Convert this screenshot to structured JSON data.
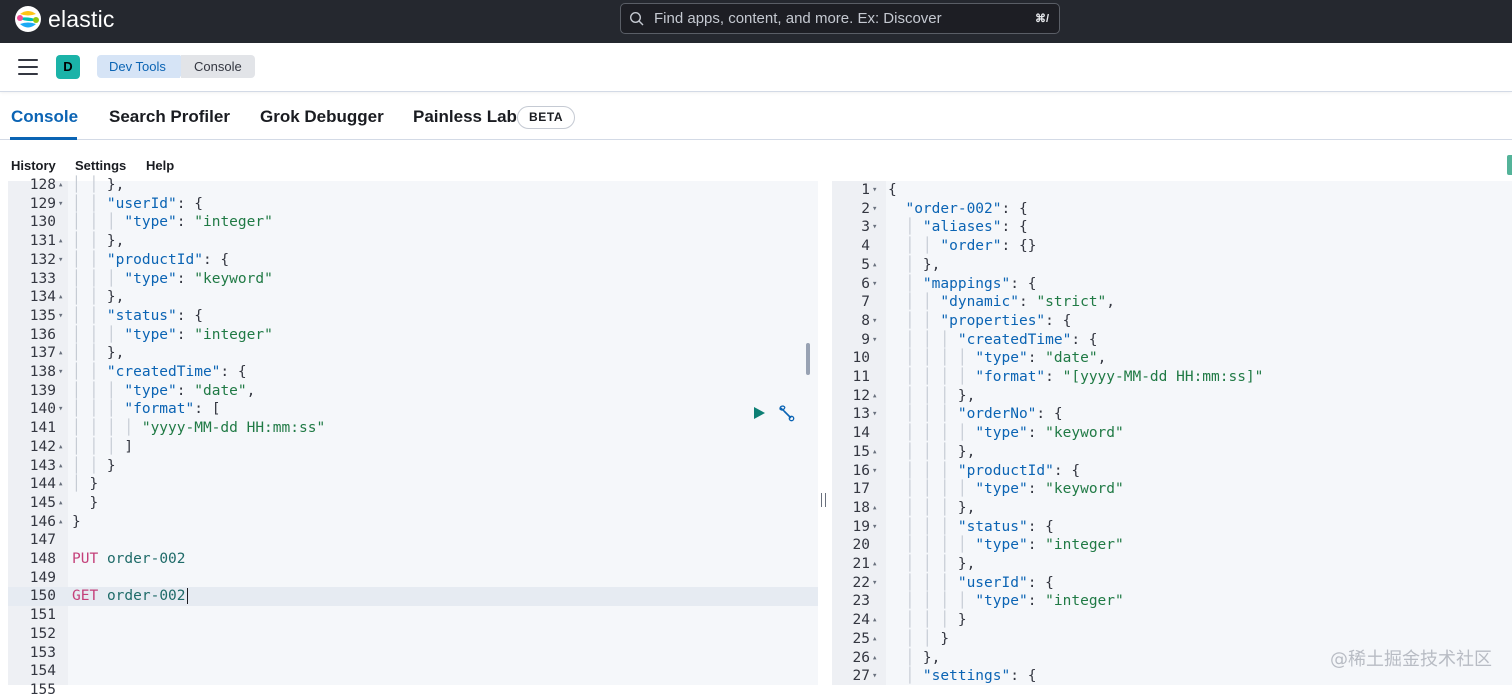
{
  "header": {
    "brand": "elastic",
    "search_placeholder": "Find apps, content, and more. Ex: Discover",
    "search_shortcut": "⌘/"
  },
  "breadcrumbs": {
    "space_initial": "D",
    "items": [
      "Dev Tools",
      "Console"
    ]
  },
  "tabs": {
    "items": [
      "Console",
      "Search Profiler",
      "Grok Debugger",
      "Painless Lab"
    ],
    "active": "Console",
    "beta_label": "BETA"
  },
  "subnav": {
    "items": [
      "History",
      "Settings",
      "Help"
    ]
  },
  "request_editor": {
    "lines": [
      {
        "n": "128",
        "f": "▴",
        "t": [
          [
            "g",
            "│ │ "
          ],
          [
            "p",
            "},"
          ]
        ]
      },
      {
        "n": "129",
        "f": "▾",
        "t": [
          [
            "g",
            "│ │ "
          ],
          [
            "k",
            "\"userId\""
          ],
          [
            "p",
            ": {"
          ]
        ]
      },
      {
        "n": "130",
        "f": "",
        "t": [
          [
            "g",
            "│ │ │ "
          ],
          [
            "k",
            "\"type\""
          ],
          [
            "p",
            ": "
          ],
          [
            "s",
            "\"integer\""
          ]
        ]
      },
      {
        "n": "131",
        "f": "▴",
        "t": [
          [
            "g",
            "│ │ "
          ],
          [
            "p",
            "},"
          ]
        ]
      },
      {
        "n": "132",
        "f": "▾",
        "t": [
          [
            "g",
            "│ │ "
          ],
          [
            "k",
            "\"productId\""
          ],
          [
            "p",
            ": {"
          ]
        ]
      },
      {
        "n": "133",
        "f": "",
        "t": [
          [
            "g",
            "│ │ │ "
          ],
          [
            "k",
            "\"type\""
          ],
          [
            "p",
            ": "
          ],
          [
            "s",
            "\"keyword\""
          ]
        ]
      },
      {
        "n": "134",
        "f": "▴",
        "t": [
          [
            "g",
            "│ │ "
          ],
          [
            "p",
            "},"
          ]
        ]
      },
      {
        "n": "135",
        "f": "▾",
        "t": [
          [
            "g",
            "│ │ "
          ],
          [
            "k",
            "\"status\""
          ],
          [
            "p",
            ": {"
          ]
        ]
      },
      {
        "n": "136",
        "f": "",
        "t": [
          [
            "g",
            "│ │ │ "
          ],
          [
            "k",
            "\"type\""
          ],
          [
            "p",
            ": "
          ],
          [
            "s",
            "\"integer\""
          ]
        ]
      },
      {
        "n": "137",
        "f": "▴",
        "t": [
          [
            "g",
            "│ │ "
          ],
          [
            "p",
            "},"
          ]
        ]
      },
      {
        "n": "138",
        "f": "▾",
        "t": [
          [
            "g",
            "│ │ "
          ],
          [
            "k",
            "\"createdTime\""
          ],
          [
            "p",
            ": {"
          ]
        ]
      },
      {
        "n": "139",
        "f": "",
        "t": [
          [
            "g",
            "│ │ │ "
          ],
          [
            "k",
            "\"type\""
          ],
          [
            "p",
            ": "
          ],
          [
            "s",
            "\"date\""
          ],
          [
            "p",
            ","
          ]
        ]
      },
      {
        "n": "140",
        "f": "▾",
        "t": [
          [
            "g",
            "│ │ │ "
          ],
          [
            "k",
            "\"format\""
          ],
          [
            "p",
            ": ["
          ]
        ]
      },
      {
        "n": "141",
        "f": "",
        "t": [
          [
            "g",
            "│ │ │ │ "
          ],
          [
            "s",
            "\"yyyy-MM-dd HH:mm:ss\""
          ]
        ]
      },
      {
        "n": "142",
        "f": "▴",
        "t": [
          [
            "g",
            "│ │ │ "
          ],
          [
            "p",
            "]"
          ]
        ]
      },
      {
        "n": "143",
        "f": "▴",
        "t": [
          [
            "g",
            "│ │ "
          ],
          [
            "p",
            "}"
          ]
        ]
      },
      {
        "n": "144",
        "f": "▴",
        "t": [
          [
            "g",
            "│ "
          ],
          [
            "p",
            "}"
          ]
        ]
      },
      {
        "n": "145",
        "f": "▴",
        "t": [
          [
            "p",
            "  }"
          ]
        ]
      },
      {
        "n": "146",
        "f": "▴",
        "t": [
          [
            "p",
            "}"
          ]
        ]
      },
      {
        "n": "147",
        "f": "",
        "t": []
      },
      {
        "n": "148",
        "f": "",
        "t": [
          [
            "m",
            "PUT"
          ],
          [
            "p",
            " "
          ],
          [
            "u",
            "order-002"
          ]
        ]
      },
      {
        "n": "149",
        "f": "",
        "t": []
      },
      {
        "n": "150",
        "f": "",
        "t": [
          [
            "m",
            "GET"
          ],
          [
            "p",
            " "
          ],
          [
            "u",
            "order-002"
          ]
        ],
        "active": true
      },
      {
        "n": "151",
        "f": "",
        "t": []
      },
      {
        "n": "152",
        "f": "",
        "t": []
      },
      {
        "n": "153",
        "f": "",
        "t": []
      },
      {
        "n": "154",
        "f": "",
        "t": []
      },
      {
        "n": "155",
        "f": "",
        "t": []
      }
    ]
  },
  "response_editor": {
    "lines": [
      {
        "n": "1",
        "f": "▾",
        "t": [
          [
            "p",
            "{"
          ]
        ]
      },
      {
        "n": "2",
        "f": "▾",
        "t": [
          [
            "p",
            "  "
          ],
          [
            "k",
            "\"order-002\""
          ],
          [
            "p",
            ": {"
          ]
        ]
      },
      {
        "n": "3",
        "f": "▾",
        "t": [
          [
            "g",
            "  │ "
          ],
          [
            "k",
            "\"aliases\""
          ],
          [
            "p",
            ": {"
          ]
        ]
      },
      {
        "n": "4",
        "f": "",
        "t": [
          [
            "g",
            "  │ │ "
          ],
          [
            "k",
            "\"order\""
          ],
          [
            "p",
            ": {}"
          ]
        ]
      },
      {
        "n": "5",
        "f": "▴",
        "t": [
          [
            "g",
            "  │ "
          ],
          [
            "p",
            "},"
          ]
        ]
      },
      {
        "n": "6",
        "f": "▾",
        "t": [
          [
            "g",
            "  │ "
          ],
          [
            "k",
            "\"mappings\""
          ],
          [
            "p",
            ": {"
          ]
        ]
      },
      {
        "n": "7",
        "f": "",
        "t": [
          [
            "g",
            "  │ │ "
          ],
          [
            "k",
            "\"dynamic\""
          ],
          [
            "p",
            ": "
          ],
          [
            "s",
            "\"strict\""
          ],
          [
            "p",
            ","
          ]
        ]
      },
      {
        "n": "8",
        "f": "▾",
        "t": [
          [
            "g",
            "  │ │ "
          ],
          [
            "k",
            "\"properties\""
          ],
          [
            "p",
            ": {"
          ]
        ]
      },
      {
        "n": "9",
        "f": "▾",
        "t": [
          [
            "g",
            "  │ │ │ "
          ],
          [
            "k",
            "\"createdTime\""
          ],
          [
            "p",
            ": {"
          ]
        ]
      },
      {
        "n": "10",
        "f": "",
        "t": [
          [
            "g",
            "  │ │ │ │ "
          ],
          [
            "k",
            "\"type\""
          ],
          [
            "p",
            ": "
          ],
          [
            "s",
            "\"date\""
          ],
          [
            "p",
            ","
          ]
        ]
      },
      {
        "n": "11",
        "f": "",
        "t": [
          [
            "g",
            "  │ │ │ │ "
          ],
          [
            "k",
            "\"format\""
          ],
          [
            "p",
            ": "
          ],
          [
            "s",
            "\"[yyyy-MM-dd HH:mm:ss]\""
          ]
        ]
      },
      {
        "n": "12",
        "f": "▴",
        "t": [
          [
            "g",
            "  │ │ │ "
          ],
          [
            "p",
            "},"
          ]
        ]
      },
      {
        "n": "13",
        "f": "▾",
        "t": [
          [
            "g",
            "  │ │ │ "
          ],
          [
            "k",
            "\"orderNo\""
          ],
          [
            "p",
            ": {"
          ]
        ]
      },
      {
        "n": "14",
        "f": "",
        "t": [
          [
            "g",
            "  │ │ │ │ "
          ],
          [
            "k",
            "\"type\""
          ],
          [
            "p",
            ": "
          ],
          [
            "s",
            "\"keyword\""
          ]
        ]
      },
      {
        "n": "15",
        "f": "▴",
        "t": [
          [
            "g",
            "  │ │ │ "
          ],
          [
            "p",
            "},"
          ]
        ]
      },
      {
        "n": "16",
        "f": "▾",
        "t": [
          [
            "g",
            "  │ │ │ "
          ],
          [
            "k",
            "\"productId\""
          ],
          [
            "p",
            ": {"
          ]
        ]
      },
      {
        "n": "17",
        "f": "",
        "t": [
          [
            "g",
            "  │ │ │ │ "
          ],
          [
            "k",
            "\"type\""
          ],
          [
            "p",
            ": "
          ],
          [
            "s",
            "\"keyword\""
          ]
        ]
      },
      {
        "n": "18",
        "f": "▴",
        "t": [
          [
            "g",
            "  │ │ │ "
          ],
          [
            "p",
            "},"
          ]
        ]
      },
      {
        "n": "19",
        "f": "▾",
        "t": [
          [
            "g",
            "  │ │ │ "
          ],
          [
            "k",
            "\"status\""
          ],
          [
            "p",
            ": {"
          ]
        ]
      },
      {
        "n": "20",
        "f": "",
        "t": [
          [
            "g",
            "  │ │ │ │ "
          ],
          [
            "k",
            "\"type\""
          ],
          [
            "p",
            ": "
          ],
          [
            "s",
            "\"integer\""
          ]
        ]
      },
      {
        "n": "21",
        "f": "▴",
        "t": [
          [
            "g",
            "  │ │ │ "
          ],
          [
            "p",
            "},"
          ]
        ]
      },
      {
        "n": "22",
        "f": "▾",
        "t": [
          [
            "g",
            "  │ │ │ "
          ],
          [
            "k",
            "\"userId\""
          ],
          [
            "p",
            ": {"
          ]
        ]
      },
      {
        "n": "23",
        "f": "",
        "t": [
          [
            "g",
            "  │ │ │ │ "
          ],
          [
            "k",
            "\"type\""
          ],
          [
            "p",
            ": "
          ],
          [
            "s",
            "\"integer\""
          ]
        ]
      },
      {
        "n": "24",
        "f": "▴",
        "t": [
          [
            "g",
            "  │ │ │ "
          ],
          [
            "p",
            "}"
          ]
        ]
      },
      {
        "n": "25",
        "f": "▴",
        "t": [
          [
            "g",
            "  │ │ "
          ],
          [
            "p",
            "}"
          ]
        ]
      },
      {
        "n": "26",
        "f": "▴",
        "t": [
          [
            "g",
            "  │ "
          ],
          [
            "p",
            "},"
          ]
        ]
      },
      {
        "n": "27",
        "f": "▾",
        "t": [
          [
            "g",
            "  │ "
          ],
          [
            "k",
            "\"settings\""
          ],
          [
            "p",
            ": {"
          ]
        ]
      }
    ]
  },
  "watermark": "@稀土掘金技术社区"
}
